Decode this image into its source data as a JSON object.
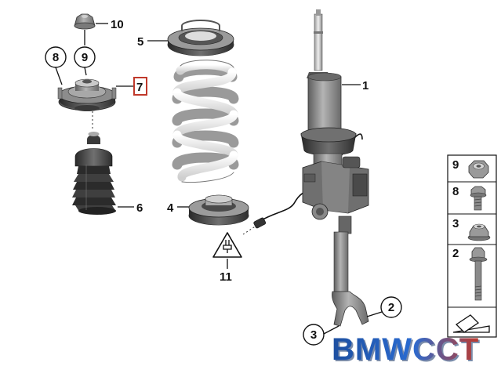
{
  "diagram": {
    "callouts": {
      "c1": "1",
      "c2": "2",
      "c3": "3",
      "c4": "4",
      "c5": "5",
      "c6": "6",
      "c7": "7",
      "c8": "8",
      "c9": "9",
      "c10": "10",
      "c11": "11"
    },
    "side_panel": {
      "rows": [
        {
          "label": "9"
        },
        {
          "label": "8"
        },
        {
          "label": "3"
        },
        {
          "label": "2"
        }
      ]
    },
    "watermark": "BMWCCT",
    "colors": {
      "outline": "#111111",
      "strut_gray": "#8a8a8a",
      "spring_white": "#f2f2f2",
      "highlight_box": "#c0392b",
      "watermark_blue": "#1d4fa0"
    }
  }
}
